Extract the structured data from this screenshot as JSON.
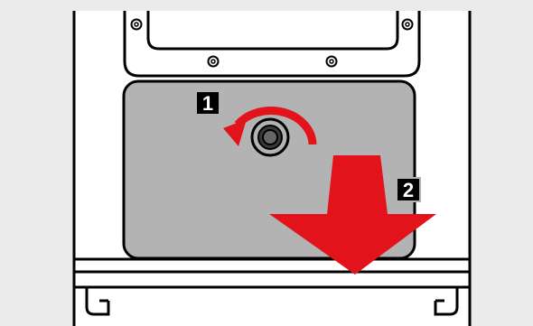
{
  "steps": [
    {
      "number": "1",
      "action": "rotate-counterclockwise"
    },
    {
      "number": "2",
      "action": "pull-down"
    }
  ],
  "colors": {
    "background": "#ebebeb",
    "unit_body": "#ffffff",
    "outline": "#000000",
    "panel": "#b3b3b3",
    "arrow": "#e3131b",
    "label_bg": "#000000",
    "label_text": "#ffffff"
  },
  "icons": [
    "rotate-arrow-icon",
    "down-arrow-icon",
    "screw-knob-icon"
  ]
}
